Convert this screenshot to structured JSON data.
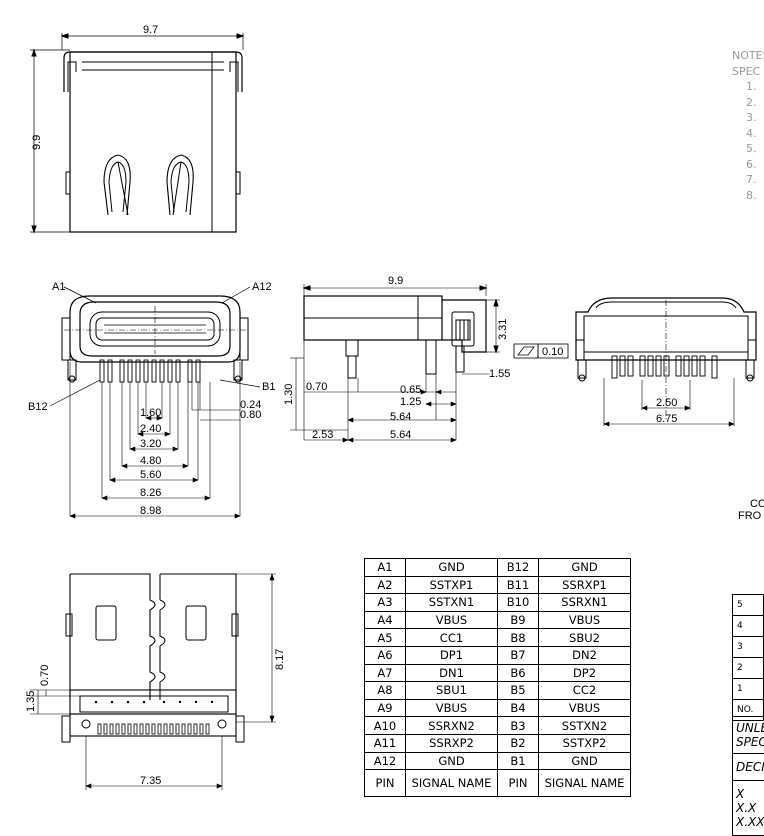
{
  "dimensions": {
    "top_width": "9.7",
    "top_height": "9.9",
    "front_a1": "A1",
    "front_a12": "A12",
    "front_b1": "B1",
    "front_b12": "B12",
    "front_024": "0.24",
    "front_080": "0.80",
    "front_160": "1.60",
    "front_240": "2.40",
    "front_320": "3.20",
    "front_480": "4.80",
    "front_560": "5.60",
    "front_826": "8.26",
    "front_898": "8.98",
    "side_99": "9.9",
    "side_331": "3.31",
    "side_155": "1.55",
    "side_130": "1.30",
    "side_070": "0.70",
    "side_065": "0.65",
    "side_125": "1.25",
    "side_564a": "5.64",
    "side_253": "2.53",
    "side_564b": "5.64",
    "flatness": "0.10",
    "rear_250": "2.50",
    "rear_675": "6.75",
    "pcb_817": "8.17",
    "pcb_135": "1.35",
    "pcb_070": "0.70",
    "pcb_735": "7.35"
  },
  "notes": {
    "title": "NOTES",
    "spec": "SPEC",
    "items": [
      "1.",
      "2.",
      "3.",
      "4.",
      "5.",
      "6.",
      "7.",
      "8."
    ]
  },
  "corner_text": {
    "line1": "CO",
    "line2": "FRO"
  },
  "pin_table": {
    "rows": [
      {
        "a_pin": "A1",
        "a_sig": "GND",
        "b_pin": "B12",
        "b_sig": "GND"
      },
      {
        "a_pin": "A2",
        "a_sig": "SSTXP1",
        "b_pin": "B11",
        "b_sig": "SSRXP1"
      },
      {
        "a_pin": "A3",
        "a_sig": "SSTXN1",
        "b_pin": "B10",
        "b_sig": "SSRXN1"
      },
      {
        "a_pin": "A4",
        "a_sig": "VBUS",
        "b_pin": "B9",
        "b_sig": "VBUS"
      },
      {
        "a_pin": "A5",
        "a_sig": "CC1",
        "b_pin": "B8",
        "b_sig": "SBU2"
      },
      {
        "a_pin": "A6",
        "a_sig": "DP1",
        "b_pin": "B7",
        "b_sig": "DN2"
      },
      {
        "a_pin": "A7",
        "a_sig": "DN1",
        "b_pin": "B6",
        "b_sig": "DP2"
      },
      {
        "a_pin": "A8",
        "a_sig": "SBU1",
        "b_pin": "B5",
        "b_sig": "CC2"
      },
      {
        "a_pin": "A9",
        "a_sig": "VBUS",
        "b_pin": "B4",
        "b_sig": "VBUS"
      },
      {
        "a_pin": "A10",
        "a_sig": "SSRXN2",
        "b_pin": "B3",
        "b_sig": "SSTXN2"
      },
      {
        "a_pin": "A11",
        "a_sig": "SSRXP2",
        "b_pin": "B2",
        "b_sig": "SSTXP2"
      },
      {
        "a_pin": "A12",
        "a_sig": "GND",
        "b_pin": "B1",
        "b_sig": "GND"
      }
    ],
    "header": {
      "pin": "PIN",
      "signal": "SIGNAL NAME",
      "pin2": "PIN",
      "signal2": "SIGNAL NAME"
    }
  },
  "revision_table": {
    "rows": [
      "5",
      "4",
      "3",
      "2",
      "1",
      "NO."
    ]
  },
  "tolerance": {
    "unless1": "UNLE",
    "unless2": "SPEC",
    "decimal": "DECII",
    "x": "X",
    "xx": "X.X",
    "xxx": "X.XX"
  }
}
